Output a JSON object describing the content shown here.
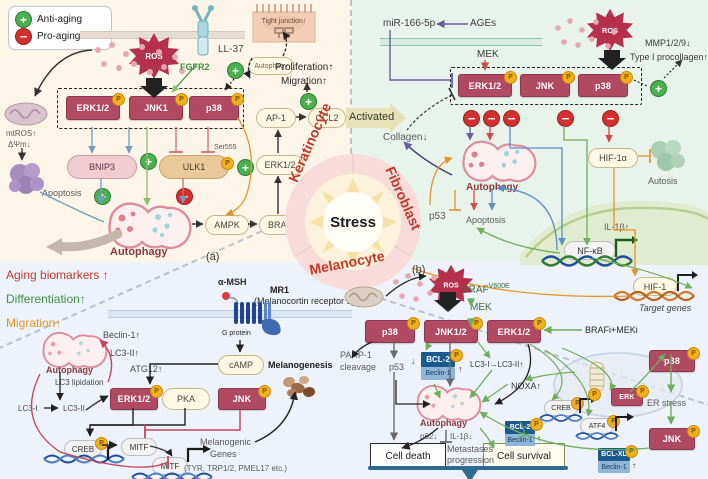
{
  "legend": {
    "items": [
      {
        "icon": "plus-circle-green",
        "label": "Anti-aging",
        "color": "#4caf50"
      },
      {
        "icon": "minus-circle-red",
        "label": "Pro-aging",
        "color": "#d32f2f"
      }
    ]
  },
  "hub": {
    "center": "Stress",
    "cell_types": [
      "Keratinocyte",
      "Fibroblast",
      "Melanocyte"
    ],
    "color": "#c0392b"
  },
  "panel_letters": {
    "a": "(a)",
    "b": "(b)"
  },
  "keratinocyte": {
    "panel": "a",
    "receptor": "FGFR2",
    "peptide": "LL-37",
    "ros": "ROS",
    "tight_junction": "Tight junction↑",
    "autophagy_bubble": "Autophagy",
    "outcomes": [
      "Proliferation↑",
      "Migration↑"
    ],
    "kinases": [
      {
        "name": "ERK1/2",
        "phospho": "P"
      },
      {
        "name": "JNK1",
        "phospho": "P"
      },
      {
        "name": "p38",
        "phospho": "P"
      }
    ],
    "effectors": [
      {
        "name": "BNIP3",
        "style": "pill-pink"
      },
      {
        "name": "ULK1",
        "style": "pill-tan",
        "site": "Ser555",
        "phospho": "P"
      }
    ],
    "energy_nodes": [
      "AMPK",
      "BRAF"
    ],
    "tf_nodes": [
      "AP-1",
      "CCL2",
      "ERK1/2"
    ],
    "activated_label": "Activated",
    "mito_labels": [
      "mtROS↑",
      "ΔΨm↓"
    ],
    "apoptosis": "Apoptosis",
    "autophagy": "Autophagy",
    "readouts": [
      {
        "text": "Aging biomarkers ↑",
        "color": "#c0392b"
      },
      {
        "text": "Differentiation↑",
        "color": "#3d9140"
      },
      {
        "text": "Migration↑",
        "color": "#e0952a"
      }
    ]
  },
  "fibroblast": {
    "panel": "b-top",
    "mirna": "miR-166-5p",
    "ages": "AGEs",
    "mek": "MEK",
    "ros": "ROS",
    "mmp": "MMP1/2/9↓",
    "procollagen": "Type I procollagen↑",
    "kinases": [
      {
        "name": "ERK1/2",
        "phospho": "P"
      },
      {
        "name": "JNK",
        "phospho": "P"
      },
      {
        "name": "p38",
        "phospho": "P"
      }
    ],
    "collagen": "Collagen↓",
    "p53": "p53",
    "autophagy": "Autophagy",
    "apoptosis": "Apoptosis",
    "hif1a": "HIF-1α",
    "autosis": "Autosis",
    "il1b": "IL-1β↑",
    "nfkb": "NF-κB",
    "hif1": "HIF-1",
    "target_genes": "Target genes"
  },
  "melanocyte_left": {
    "panel": "a",
    "ligand": "α-MSH",
    "receptor_name": "MR1",
    "receptor_desc": "(Melanocortin receptor 1)",
    "g_protein": "G protein",
    "camp": "cAMP",
    "pka": "PKA",
    "jnk": {
      "name": "JNK",
      "phospho": "P"
    },
    "erk": {
      "name": "ERK1/2",
      "phospho": "P"
    },
    "autophagy": "Autophagy",
    "autophagy_markers": [
      "Beclin-1↑",
      "LC3-II↑",
      "ATG12↑"
    ],
    "lc3_lipidation": "LC3 lipidation",
    "lc3_conv": [
      "LC3-I",
      "LC3-II"
    ],
    "creb": {
      "name": "CREB",
      "phospho": "P"
    },
    "mitf": "MITF",
    "melanogenesis": "Melanogenesis",
    "melanogenic_genes": "Melanogenic\nGenes",
    "melanogenic_genes_line1": "Melanogenic",
    "melanogenic_genes_line2": "Genes",
    "gene_list": "(TYR, TRP1/2, PMEL17 etc.)"
  },
  "melanocyte_right": {
    "panel": "b",
    "ros": "ROS",
    "braf": "BRAF",
    "braf_sup": "V600E",
    "mek": "MEK",
    "inhibitors": "BRAFi+MEKi",
    "kinases": [
      {
        "name": "p38",
        "phospho": "P"
      },
      {
        "name": "JNK1/2",
        "phospho": "P"
      },
      {
        "name": "ERK1/2",
        "phospho": "P"
      }
    ],
    "parp1": "PARP-1\ncleavage",
    "parp1_line1": "PARP-1",
    "parp1_line2": "cleavage",
    "p53": "p53",
    "bcl2_box": {
      "main": "BCL-2",
      "sub": "Beclin-1",
      "arrow": "↓",
      "up": "↑",
      "phospho": "P"
    },
    "lc3_conv": "LC3-I→LC3-II↑",
    "noxa": "NOXA↑",
    "autophagy": "Autophagy",
    "p62": "p62↓",
    "il1b": "IL-1β↓",
    "outcomes": [
      "Cell death",
      "Cell survival"
    ],
    "balance_label_line1": "Metastases",
    "balance_label_line2": "progression",
    "creb": {
      "name": "CREB",
      "phospho": "P"
    },
    "atf4": {
      "name": "ATF4",
      "phospho": "P"
    },
    "erk_nuc": {
      "name": "ERK",
      "phospho": "P"
    },
    "er_stress": "ER stress",
    "jnk_er": {
      "name": "JNK",
      "phospho": "P"
    },
    "bcl2_small1": {
      "main": "BCL-2",
      "sub": "Beclin-1",
      "up": "↑",
      "phospho": "P"
    },
    "bcl2_small2": {
      "main": "BCL-XL",
      "sub": "Beclin-1",
      "up": "↑",
      "phospho": "P"
    }
  },
  "colors": {
    "kinase_box": "#b04a63",
    "anti_aging": "#4caf50",
    "pro_aging": "#d32f2f",
    "keratinocyte_bg": "#fdf6e8",
    "fibroblast_bg": "#e8f3ec",
    "melanocyte_bg": "#eef2fa",
    "stress_red": "#c0392b",
    "phospho": "#f2b01e"
  }
}
